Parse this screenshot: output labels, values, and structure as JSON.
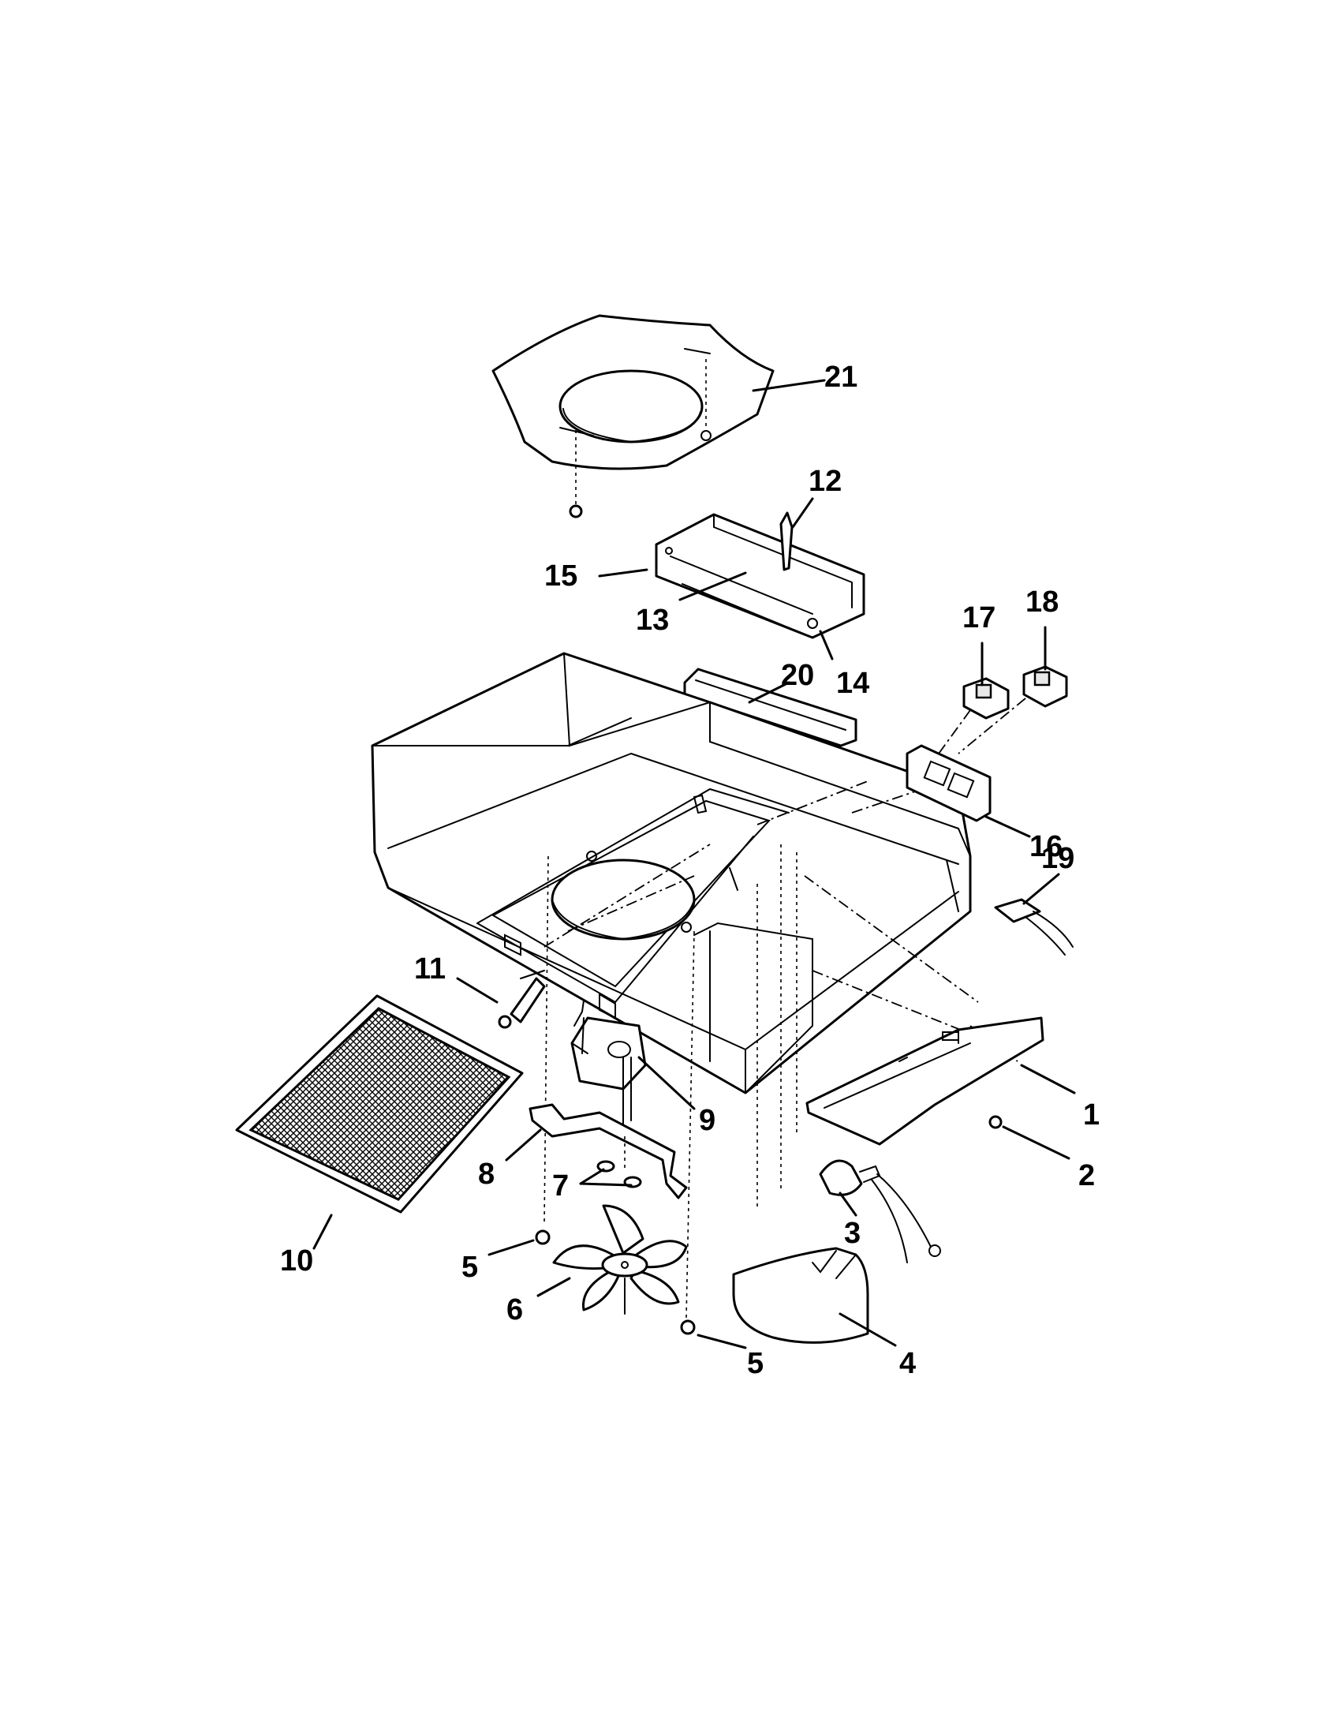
{
  "callouts": {
    "c1": "1",
    "c2": "2",
    "c3": "3",
    "c4": "4",
    "c5a": "5",
    "c5b": "5",
    "c6": "6",
    "c7": "7",
    "c8": "8",
    "c9": "9",
    "c10": "10",
    "c11": "11",
    "c12": "12",
    "c13": "13",
    "c14": "14",
    "c15": "15",
    "c16": "16",
    "c17": "17",
    "c18": "18",
    "c19": "19",
    "c20": "20",
    "c21": "21"
  }
}
